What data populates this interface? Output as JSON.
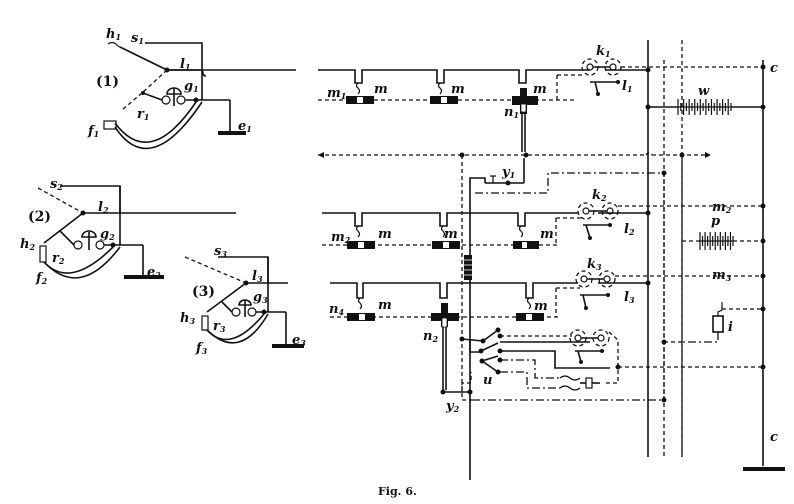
{
  "figure": {
    "caption": "Fig. 6.",
    "type": "telephone exchange circuit schematic"
  },
  "stations": [
    {
      "number": "(1)",
      "h": "h",
      "h_sub": "1",
      "s": "s",
      "s_sub": "1",
      "l": "l",
      "l_sub": "1",
      "g": "g",
      "g_sub": "1",
      "r": "r",
      "r_sub": "1",
      "f": "f",
      "f_sub": "1",
      "e": "e",
      "e_sub": "1"
    },
    {
      "number": "(2)",
      "h": "h",
      "h_sub": "2",
      "s": "s",
      "s_sub": "2",
      "l": "l",
      "l_sub": "2",
      "g": "g",
      "g_sub": "2",
      "r": "r",
      "r_sub": "2",
      "f": "f",
      "f_sub": "2",
      "e": "e",
      "e_sub": "2"
    },
    {
      "number": "(3)",
      "h": "h",
      "h_sub": "3",
      "s": "s",
      "s_sub": "3",
      "l": "l",
      "l_sub": "3",
      "g": "g",
      "g_sub": "3",
      "r": "r",
      "r_sub": "3",
      "f": "f",
      "f_sub": "3",
      "e": "e",
      "e_sub": "3"
    }
  ],
  "exchange": {
    "relays": {
      "row1": [
        {
          "left": "m",
          "left_sub": "1",
          "right": "m"
        },
        {
          "right": "m"
        },
        {
          "right": "m"
        }
      ],
      "row2": [
        {
          "left": "m",
          "left_sub": "2",
          "right": "m"
        },
        {
          "right": "m"
        },
        {
          "right": "m"
        }
      ],
      "row3": [
        {
          "left": "n",
          "left_sub": "4",
          "right": "m"
        },
        {
          "right": "m"
        }
      ]
    },
    "plugs": [
      {
        "label": "n",
        "sub": "1"
      },
      {
        "label": "n",
        "sub": "2"
      }
    ],
    "keys": [
      {
        "label": "y",
        "sub": "1"
      },
      {
        "label": "y",
        "sub": "2"
      }
    ],
    "switch": "u",
    "jacks": [
      {
        "k": "k",
        "k_sub": "1",
        "l": "l",
        "l_sub": "1"
      },
      {
        "k": "k",
        "k_sub": "2",
        "l": "l",
        "l_sub": "2"
      },
      {
        "k": "k",
        "k_sub": "3",
        "l": "l",
        "l_sub": "3"
      }
    ],
    "battery_main": "w",
    "battery_ring": "p",
    "bus_m": [
      {
        "label": "m",
        "sub": "2"
      },
      {
        "label": "m",
        "sub": "3"
      }
    ],
    "lamp": "i",
    "common": "c"
  }
}
